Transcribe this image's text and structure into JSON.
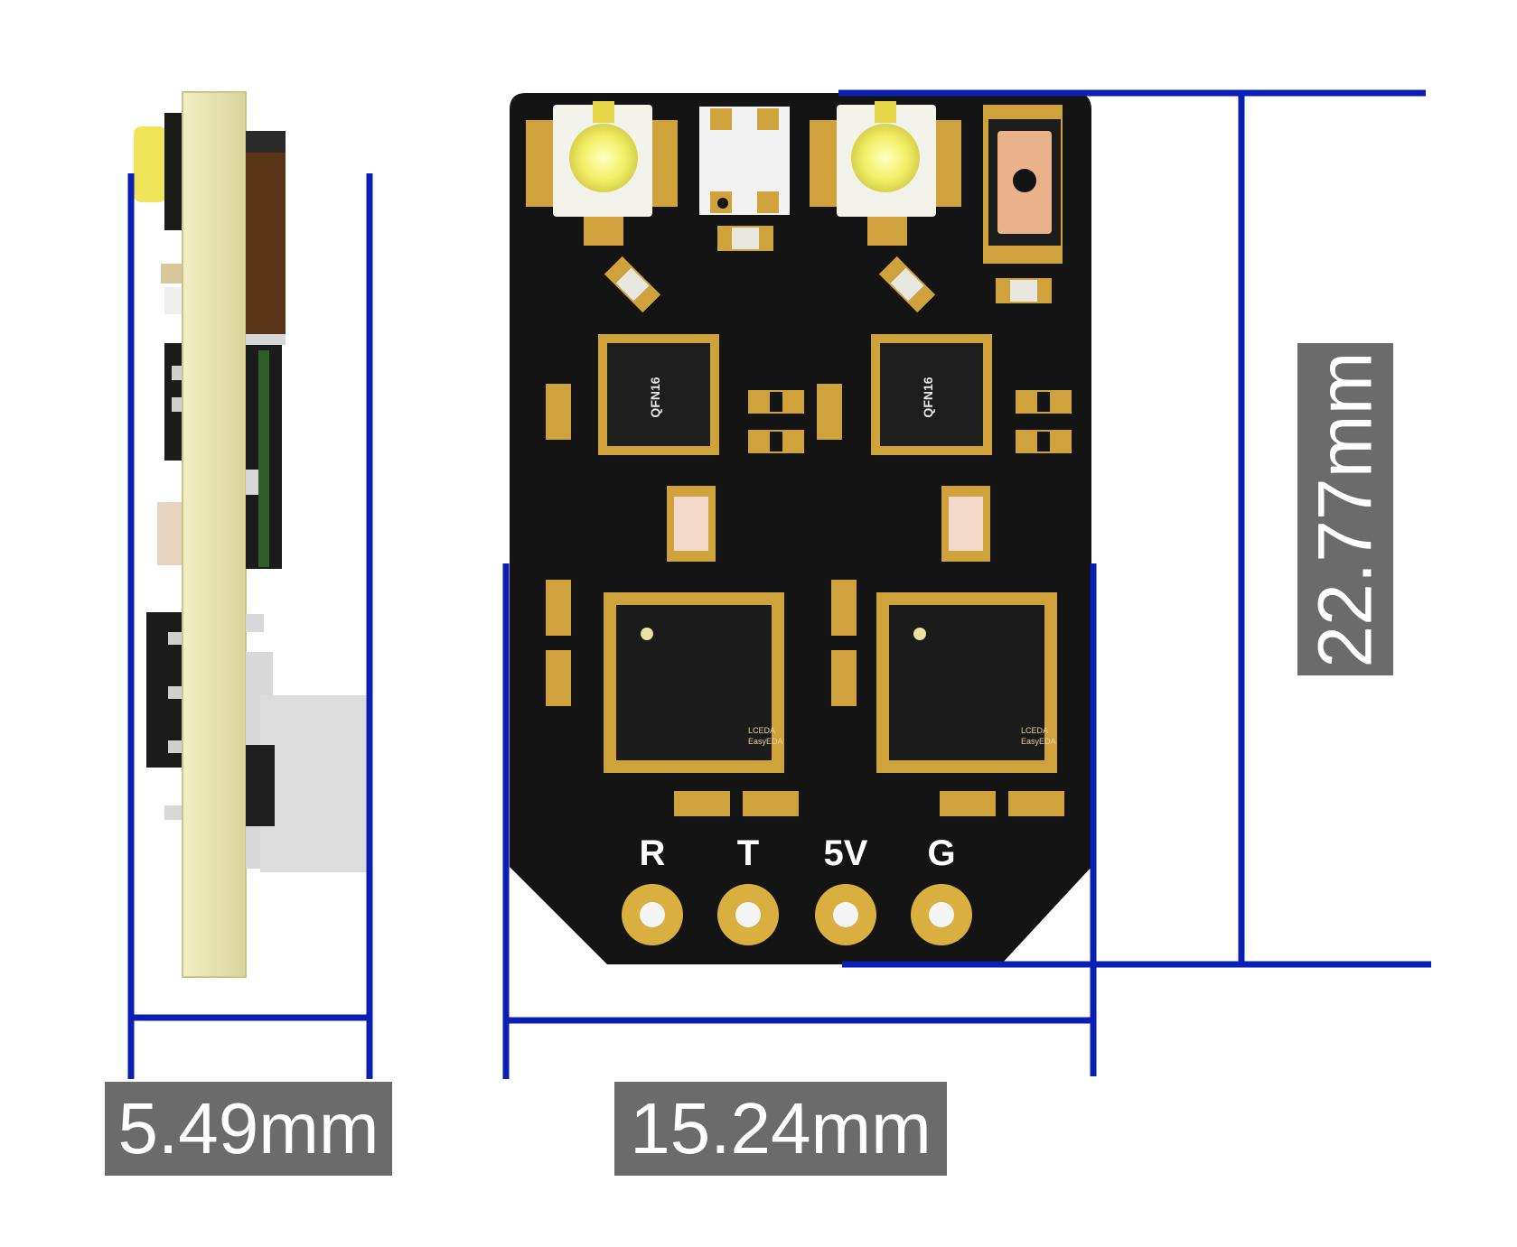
{
  "dimensions": {
    "thickness": "5.49mm",
    "width": "15.24mm",
    "height": "22.77mm"
  },
  "pads": [
    "R",
    "T",
    "5V",
    "G"
  ],
  "chips": {
    "qfn_marking": "QFN16",
    "logo_line1": "LCEDA",
    "logo_line2": "EasyEDA"
  },
  "colors": {
    "dimension_line": "#0a1fb4",
    "label_bg": "#6b6b6b",
    "board": "#141414",
    "gold": "#cfa23c",
    "side_board": "#e8e5b0"
  }
}
